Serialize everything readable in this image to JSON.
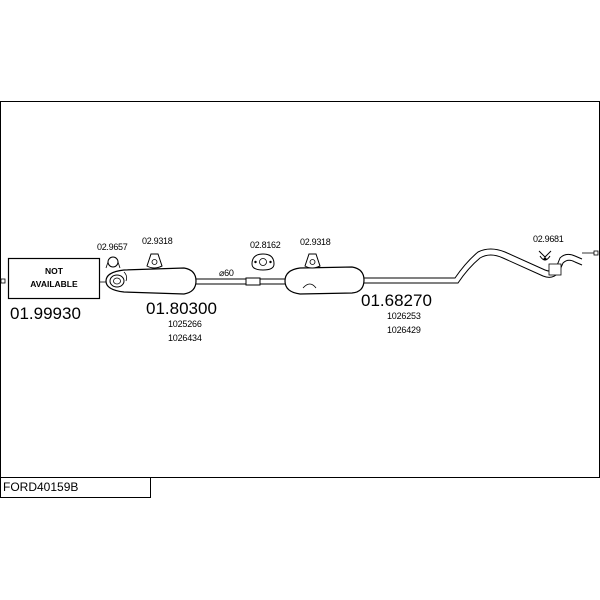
{
  "diagram": {
    "title": "FORD40159B",
    "front_part": {
      "label_line1": "NOT",
      "label_line2": "AVAILABLE",
      "code": "01.99930"
    },
    "front_silencer": {
      "code": "01.80300",
      "refs": [
        "1025266",
        "1026434"
      ]
    },
    "pipe_diameter": "⌀60",
    "rear_silencer": {
      "code": "01.68270",
      "refs": [
        "1026253",
        "1026429"
      ]
    },
    "fittings": [
      {
        "code": "02.9657",
        "icon": "clamp-ring-icon"
      },
      {
        "code": "02.9318",
        "icon": "rubber-hanger-icon"
      },
      {
        "code": "02.8162",
        "icon": "flange-gasket-icon"
      },
      {
        "code": "02.9318",
        "icon": "rubber-hanger-icon"
      },
      {
        "code": "02.9681",
        "icon": "mounting-bracket-icon"
      }
    ]
  }
}
